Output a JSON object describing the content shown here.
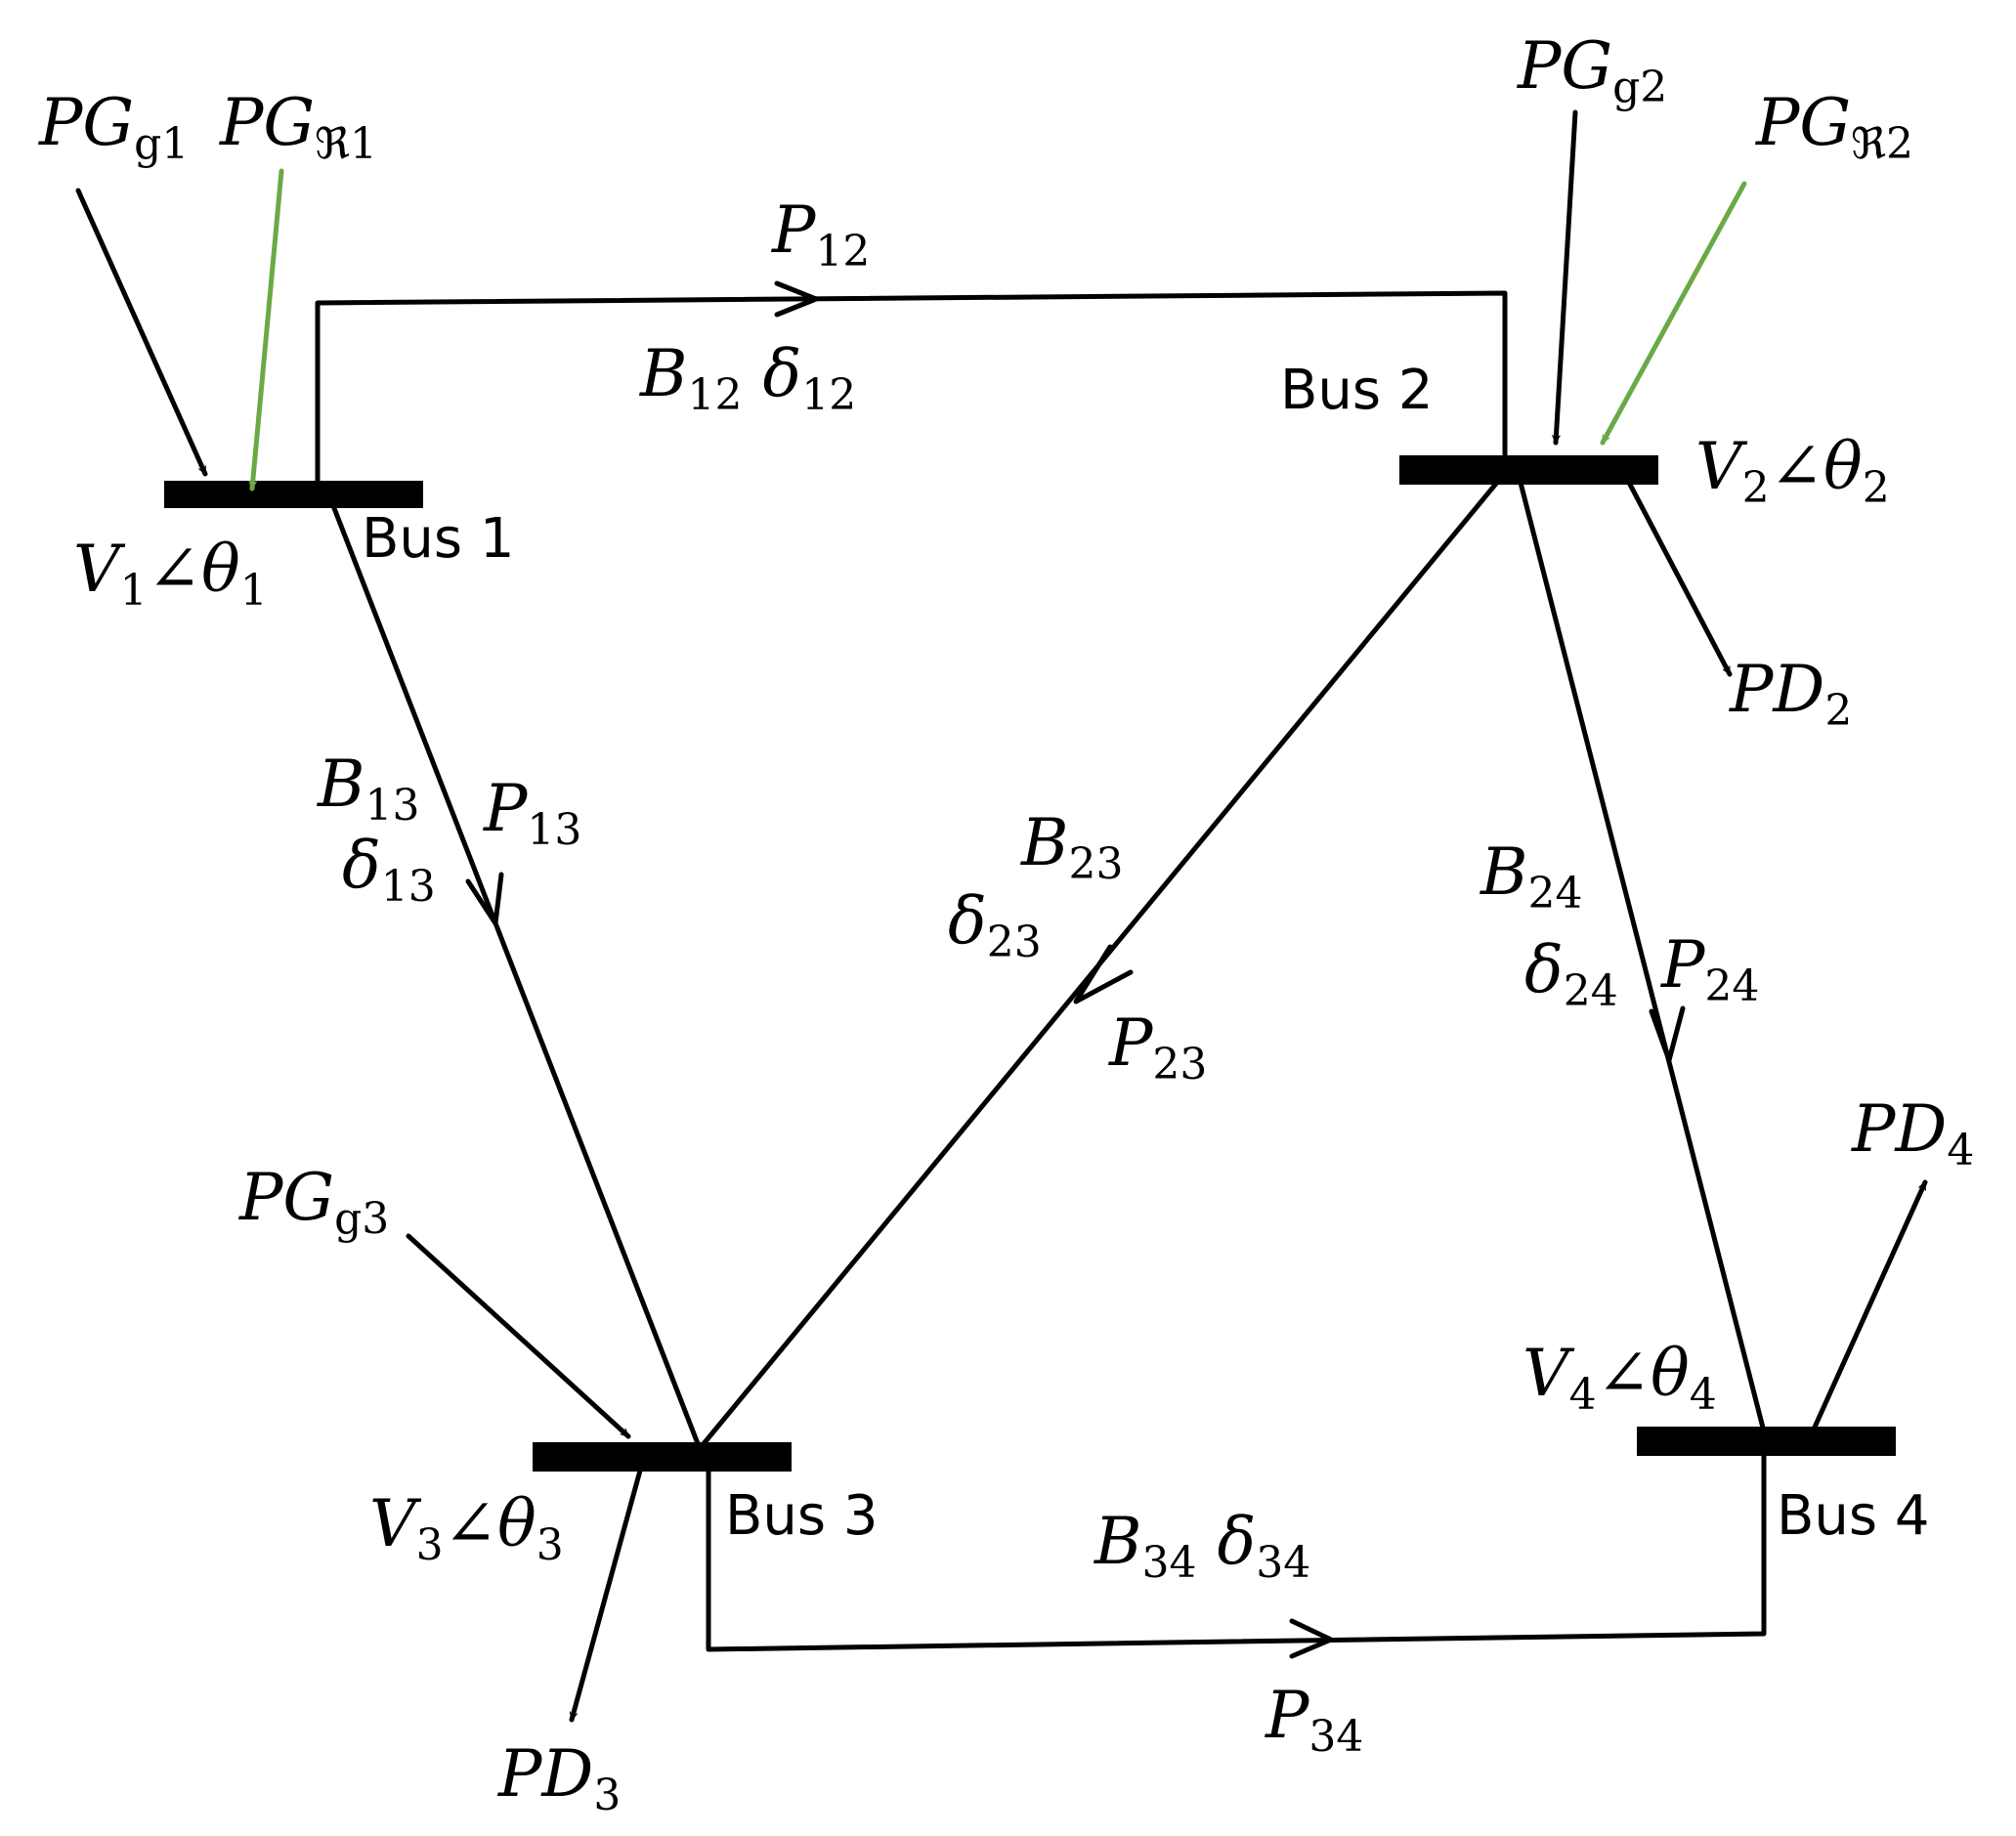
{
  "buses": [
    {
      "id": "bus1",
      "label": "Bus 1",
      "V": "V",
      "V_sub": "1",
      "angle": "∠",
      "theta": "θ",
      "theta_sub": "1"
    },
    {
      "id": "bus2",
      "label": "Bus 2",
      "V": "V",
      "V_sub": "2",
      "angle": "∠",
      "theta": "θ",
      "theta_sub": "2"
    },
    {
      "id": "bus3",
      "label": "Bus 3",
      "V": "V",
      "V_sub": "3",
      "angle": "∠",
      "theta": "θ",
      "theta_sub": "3"
    },
    {
      "id": "bus4",
      "label": "Bus 4",
      "V": "V",
      "V_sub": "4",
      "angle": "∠",
      "theta": "θ",
      "theta_sub": "4"
    }
  ],
  "lines": [
    {
      "id": "12",
      "P": "P",
      "P_sub": "12",
      "B": "B",
      "B_sub": "12",
      "d": "δ",
      "d_sub": "12"
    },
    {
      "id": "13",
      "P": "P",
      "P_sub": "13",
      "B": "B",
      "B_sub": "13",
      "d": "δ",
      "d_sub": "13"
    },
    {
      "id": "23",
      "P": "P",
      "P_sub": "23",
      "B": "B",
      "B_sub": "23",
      "d": "δ",
      "d_sub": "23"
    },
    {
      "id": "24",
      "P": "P",
      "P_sub": "24",
      "B": "B",
      "B_sub": "24",
      "d": "δ",
      "d_sub": "24"
    },
    {
      "id": "34",
      "P": "P",
      "P_sub": "34",
      "B": "B",
      "B_sub": "34",
      "d": "δ",
      "d_sub": "34"
    }
  ],
  "generators": [
    {
      "id": "g1",
      "main": "PG",
      "sub": "g1"
    },
    {
      "id": "r1",
      "main": "PG",
      "sub": "ℜ1"
    },
    {
      "id": "g2",
      "main": "PG",
      "sub": "g2"
    },
    {
      "id": "r2",
      "main": "PG",
      "sub": "ℜ2"
    },
    {
      "id": "g3",
      "main": "PG",
      "sub": "g3"
    }
  ],
  "demands": [
    {
      "id": "d2",
      "main": "PD",
      "sub": "2"
    },
    {
      "id": "d3",
      "main": "PD",
      "sub": "3"
    },
    {
      "id": "d4",
      "main": "PD",
      "sub": "4"
    }
  ],
  "colors": {
    "conventional": "#000000",
    "renewable": "#6aaa46"
  }
}
